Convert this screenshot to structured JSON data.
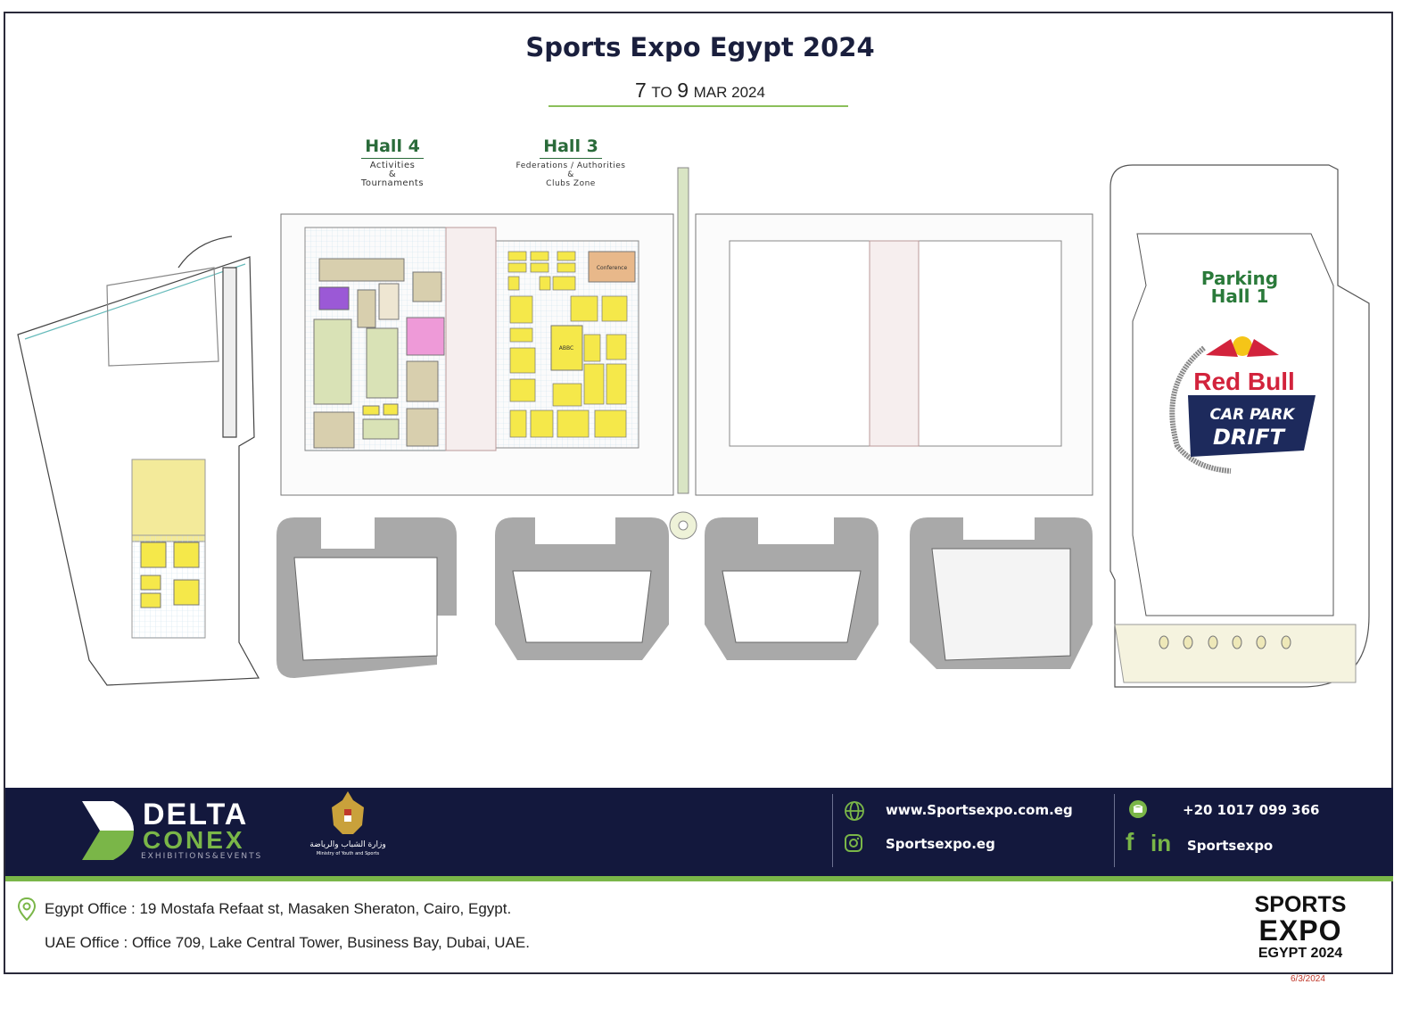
{
  "header": {
    "title": "Sports Expo  Egypt 2024",
    "date_from": "7",
    "date_to_word": "TO",
    "date_to": "9",
    "date_month_year": "MAR 2024"
  },
  "halls": [
    {
      "name": "Hall 4",
      "line1": "Activities",
      "line2": "&",
      "line3": "Tournaments"
    },
    {
      "name": "Hall 3",
      "line1": "Federations / Authorities",
      "line2": "&",
      "line3": "Clubs Zone"
    }
  ],
  "parking": {
    "line1": "Parking",
    "line2": "Hall 1"
  },
  "sponsor": {
    "brand": "Red Bull",
    "event_line1": "CAR PARK",
    "event_line2": "DRIFT"
  },
  "zones": {
    "conference": "Conference",
    "abbc": "ABBC"
  },
  "footer": {
    "company_line1": "DELTA",
    "company_line2": "CONEX",
    "company_tagline": "EXHIBITIONS&EVENTS",
    "ministry_ar": "وزارة الشباب والرياضة",
    "ministry_en": "Ministry of Youth and Sports",
    "website": "www.Sportsexpo.com.eg",
    "instagram": "Sportsexpo.eg",
    "phone": "+20 1017 099 366",
    "social": "Sportsexpo"
  },
  "address": {
    "egypt": "Egypt Office : 19 Mostafa Refaat st, Masaken Sheraton, Cairo, Egypt.",
    "uae": "UAE Office : Office 709, Lake Central Tower, Business Bay, Dubai, UAE."
  },
  "logo": {
    "line1": "SPORTS",
    "line2": "EXPO",
    "line3": "EGYPT 2024"
  },
  "doc_date": "6/3/2024",
  "colors": {
    "navy": "#13183d",
    "green": "#7ab648",
    "hall_green": "#2a6b3a",
    "stall_yellow": "#f5e84a",
    "parking_gray": "#a9a9a9"
  }
}
